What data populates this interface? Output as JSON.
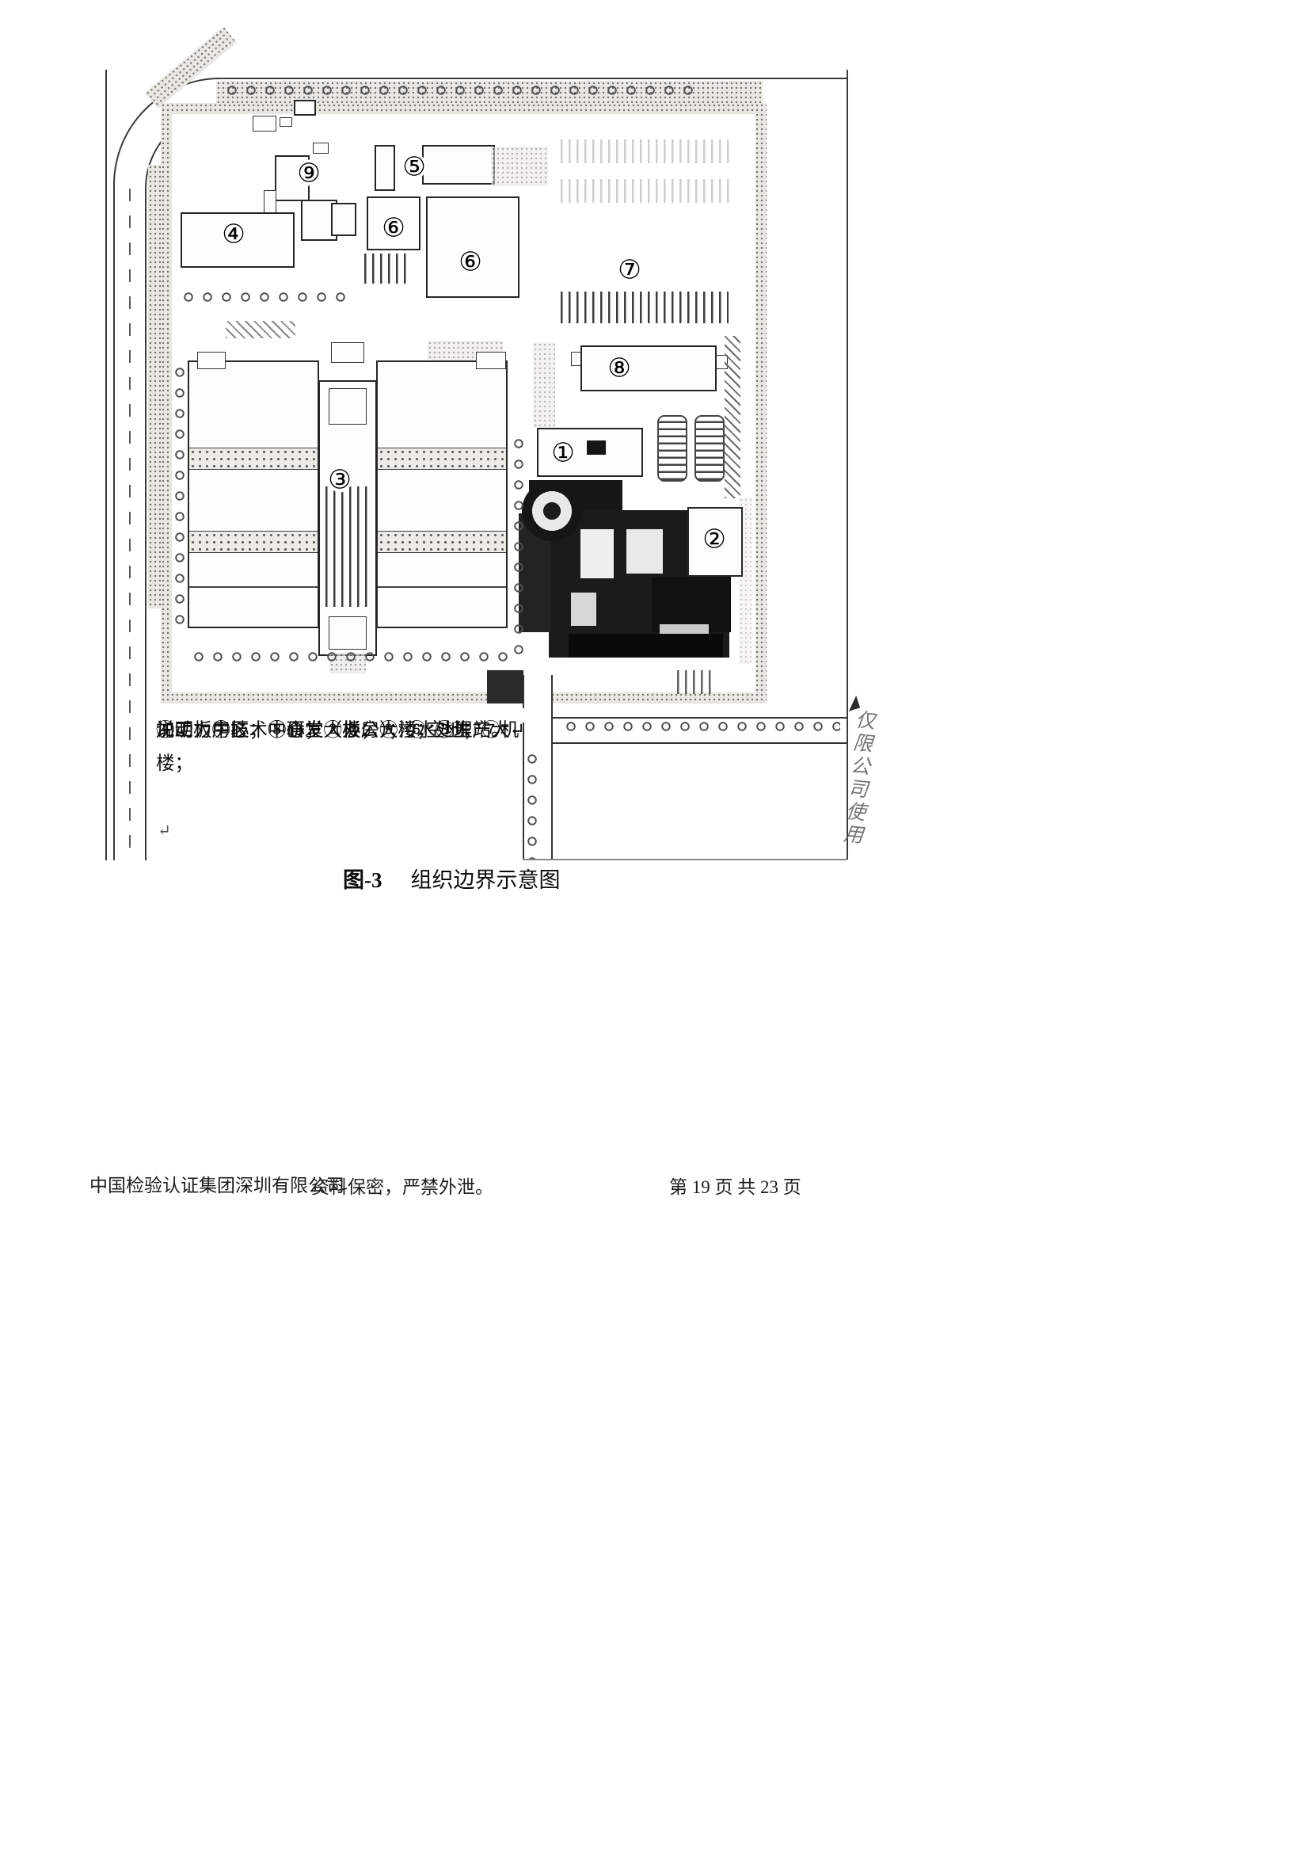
{
  "figure": {
    "caption_label": "图-3",
    "caption_title": "组织边界示意图",
    "side_note": "仅限公司使用",
    "stray_mark": "↵"
  },
  "legend": {
    "lines": [
      "说明：①技术中心；②办公大楼；③生产大楼；",
      "④动力中心；⑤食堂（板房）；⑥空地；⑦机",
      "加工板房区；⑧研发大楼；⑨污水处理站。↵"
    ]
  },
  "map": {
    "markers": [
      {
        "label": "①"
      },
      {
        "label": "②"
      },
      {
        "label": "③"
      },
      {
        "label": "④"
      },
      {
        "label": "⑤"
      },
      {
        "label": "⑥"
      },
      {
        "label": "⑥"
      },
      {
        "label": "⑦"
      },
      {
        "label": "⑧"
      },
      {
        "label": "⑨"
      }
    ]
  },
  "footer": {
    "company": "中国检验认证集团深圳有限公司",
    "confidentiality": "资料保密，严禁外泄。",
    "page_number": "第 19 页 共 23 页"
  }
}
